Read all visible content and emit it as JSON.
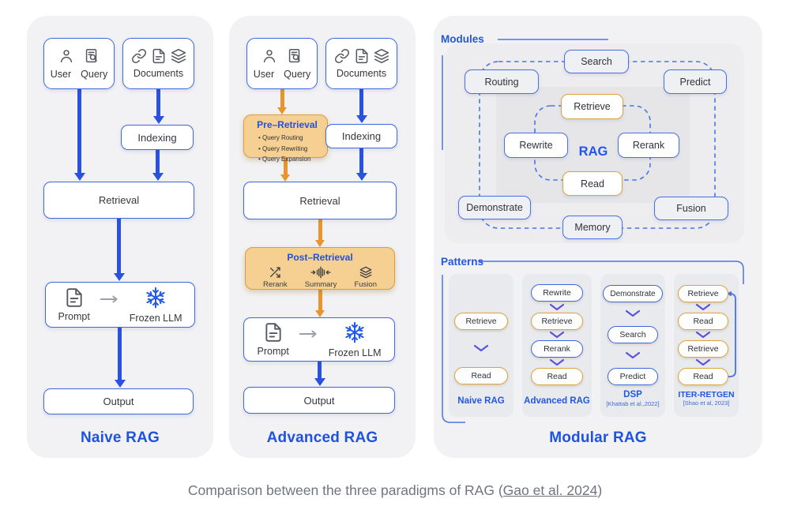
{
  "caption": {
    "prefix": "Comparison between the three paradigms of RAG (",
    "link_text": "Gao et al. 2024",
    "suffix": ")"
  },
  "colors": {
    "blue_border": "#3e68e0",
    "blue_arrow": "#2b52df",
    "blue_text": "#1d53e2",
    "orange_border": "#dda43e",
    "orange_fill": "#f6cf92",
    "orange_arrow": "#e8952d",
    "panel_bg": "#f2f2f4"
  },
  "icons": {
    "user": "user-icon",
    "query": "query-document-icon",
    "link": "link-icon",
    "document": "document-icon",
    "layers": "layers-icon",
    "prompt": "document-icon",
    "frozen": "snowflake-icon",
    "rerank": "shuffle-icon",
    "summary": "compress-icon",
    "fusion": "layers-icon"
  },
  "naive": {
    "title": "Naive RAG",
    "user": "User",
    "query": "Query",
    "documents": "Documents",
    "indexing": "Indexing",
    "retrieval": "Retrieval",
    "prompt": "Prompt",
    "frozen_llm": "Frozen LLM",
    "output": "Output"
  },
  "advanced": {
    "title": "Advanced RAG",
    "user": "User",
    "query": "Query",
    "documents": "Documents",
    "pre_retrieval_title": "Pre–Retrieval",
    "pre_retrieval_items": [
      "Query Routing",
      "Query Rewriting",
      "Query Expansion"
    ],
    "indexing": "Indexing",
    "retrieval": "Retrieval",
    "post_retrieval_title": "Post–Retrieval",
    "post_items": [
      {
        "icon": "shuffle-icon",
        "label": "Rerank"
      },
      {
        "icon": "compress-icon",
        "label": "Summary"
      },
      {
        "icon": "layers-icon",
        "label": "Fusion"
      }
    ],
    "prompt": "Prompt",
    "frozen_llm": "Frozen LLM",
    "output": "Output"
  },
  "modular": {
    "title": "Modular RAG",
    "modules_label": "Modules",
    "patterns_label": "Patterns",
    "outer": {
      "routing": "Routing",
      "search": "Search",
      "predict": "Predict",
      "demonstrate": "Demonstrate",
      "memory": "Memory",
      "fusion": "Fusion"
    },
    "inner": {
      "retrieve": "Retrieve",
      "rewrite": "Rewrite",
      "rerank": "Rerank",
      "read": "Read",
      "center": "RAG"
    },
    "patterns": [
      {
        "name": "Naive RAG",
        "cite": "",
        "steps": [
          {
            "label": "Retrieve",
            "color": "orange"
          },
          {
            "label": "Read",
            "color": "orange"
          }
        ]
      },
      {
        "name": "Advanced RAG",
        "cite": "",
        "steps": [
          {
            "label": "Rewrite",
            "color": "blue"
          },
          {
            "label": "Retrieve",
            "color": "orange"
          },
          {
            "label": "Rerank",
            "color": "blue"
          },
          {
            "label": "Read",
            "color": "orange"
          }
        ]
      },
      {
        "name": "DSP",
        "cite": "[Khattab et al.,2022]",
        "steps": [
          {
            "label": "Demonstrate",
            "color": "blue"
          },
          {
            "label": "Search",
            "color": "blue"
          },
          {
            "label": "Predict",
            "color": "blue"
          }
        ]
      },
      {
        "name": "ITER-RETGEN",
        "cite": "[Shao et al, 2023]",
        "steps": [
          {
            "label": "Retrieve",
            "color": "orange"
          },
          {
            "label": "Read",
            "color": "orange"
          },
          {
            "label": "Retrieve",
            "color": "orange"
          },
          {
            "label": "Read",
            "color": "orange"
          }
        ]
      }
    ]
  }
}
